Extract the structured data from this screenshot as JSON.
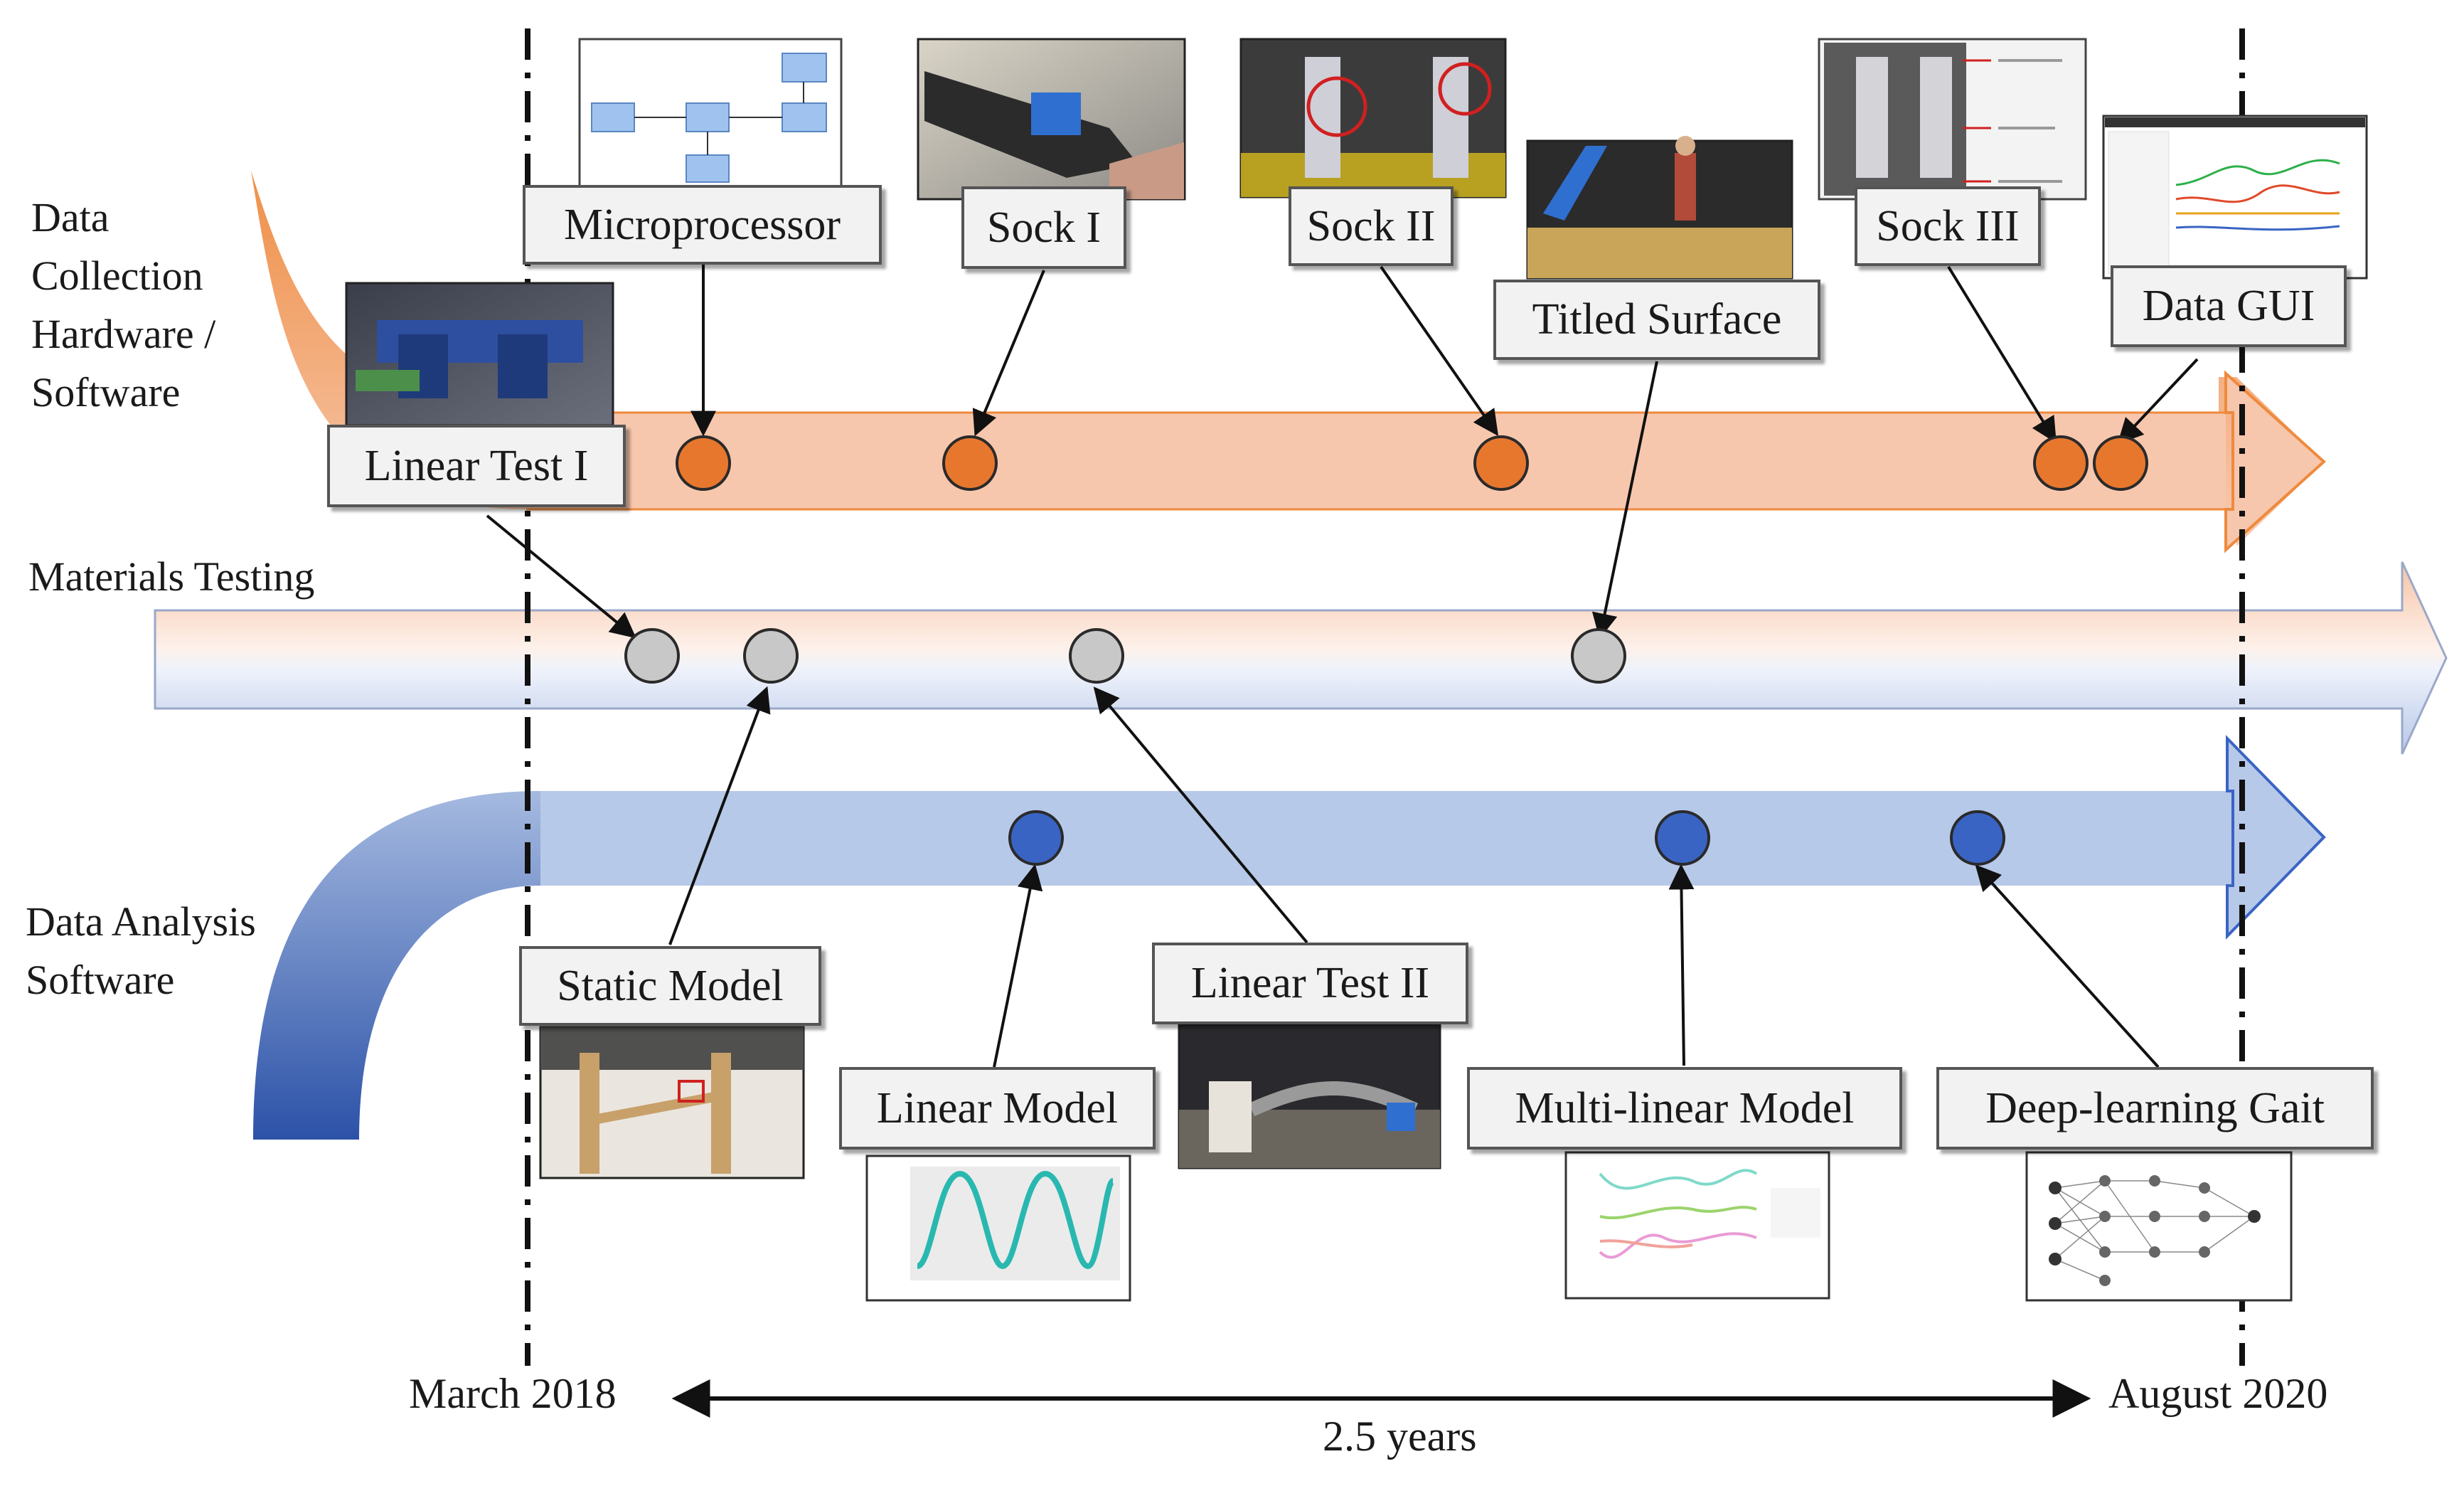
{
  "lanes": {
    "hardware_label": [
      "Data",
      "Collection",
      "Hardware /",
      "Software"
    ],
    "materials_label": "Materials Testing",
    "analysis_label": [
      "Data Analysis",
      "Software"
    ]
  },
  "milestones": {
    "microprocessor": "Microprocessor",
    "sock1": "Sock I",
    "sock2": "Sock II",
    "titled_surface": "Titled Surface",
    "sock3": "Sock III",
    "data_gui": "Data GUI",
    "linear_test1": "Linear Test I",
    "static_model": "Static Model",
    "linear_test2": "Linear Test II",
    "linear_model": "Linear Model",
    "multilinear_model": "Multi-linear Model",
    "deep_learning_gait": "Deep-learning Gait"
  },
  "timeline": {
    "start": "March 2018",
    "end": "August 2020",
    "duration": "2.5 years"
  },
  "colors": {
    "hardware_dot": "#e8772e",
    "materials_dot": "#c8c8c8",
    "analysis_dot": "#3a64c4",
    "hardware_band": "#f7c7ad",
    "analysis_band": "#b7c9e8"
  },
  "icons": [
    "photo-thumbnail",
    "block-diagram-thumbnail",
    "line-chart-thumbnail",
    "neural-network-thumbnail",
    "gui-screenshot-thumbnail"
  ]
}
